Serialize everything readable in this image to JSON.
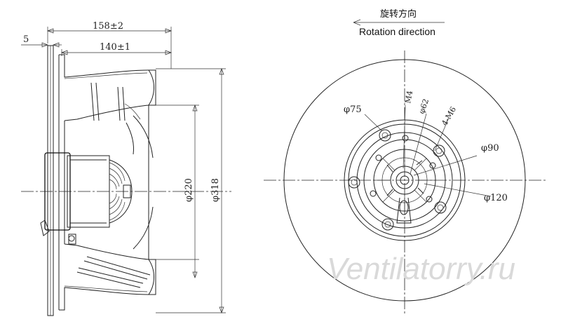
{
  "side_view": {
    "dims": {
      "overall_length": "158±2",
      "impeller_length": "140±1",
      "flange_offset": "5",
      "inner_diameter": "φ220",
      "outer_diameter": "φ318"
    }
  },
  "front_view": {
    "rotation_cn": "旋转方向",
    "rotation_en": "Rotation direction",
    "dims": {
      "d75": "φ75",
      "m4": "M4",
      "d62": "φ62",
      "m6": "4-M6",
      "d90": "φ90",
      "d120": "φ120"
    }
  },
  "watermark": "Ventilatorry.ru"
}
